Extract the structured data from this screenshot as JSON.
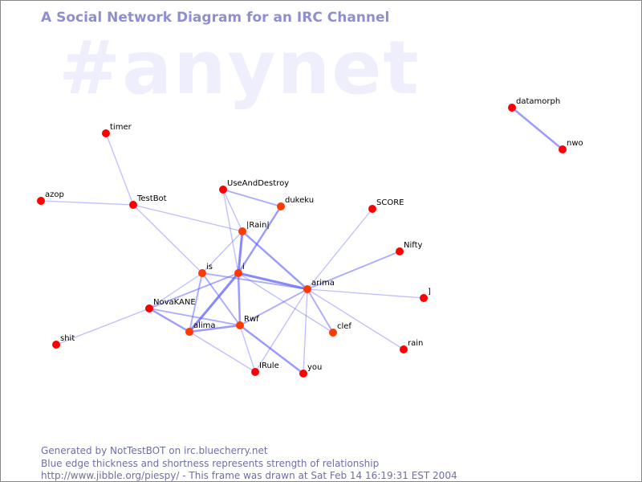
{
  "watermark": "#anynet",
  "title": "A Social Network Diagram for an IRC Channel",
  "footer": {
    "line1": "Generated by NotTestBOT on irc.bluecherry.net",
    "line2": "Blue edge thickness and shortness represents strength of relationship",
    "line3": "http://www.jibble.org/piespy/ - This frame was drawn at Sat Feb 14 16:19:31 EST 2004"
  },
  "colors": {
    "edge": "#6666ff",
    "node": "#ff0000",
    "node_active": "#ff3a00",
    "title": "#8f8fd0"
  },
  "nodes": [
    {
      "name": "datamorph",
      "active": false
    },
    {
      "name": "nwo",
      "active": false
    },
    {
      "name": "timer",
      "active": false
    },
    {
      "name": "azop",
      "active": false
    },
    {
      "name": "TestBot",
      "active": false
    },
    {
      "name": "UseAndDestroy",
      "active": false
    },
    {
      "name": "dukeku",
      "active": true
    },
    {
      "name": "SCORE",
      "active": false
    },
    {
      "name": "|Rain|",
      "active": true
    },
    {
      "name": "Nifty",
      "active": false
    },
    {
      "name": "is",
      "active": true
    },
    {
      "name": "i",
      "active": true
    },
    {
      "name": "arima",
      "active": true
    },
    {
      "name": "]",
      "active": false
    },
    {
      "name": "NovaKANE",
      "active": false
    },
    {
      "name": "shit",
      "active": false
    },
    {
      "name": "Rwf",
      "active": true
    },
    {
      "name": "alima",
      "active": true
    },
    {
      "name": "clef",
      "active": true
    },
    {
      "name": "rain",
      "active": false
    },
    {
      "name": "IRule",
      "active": false
    },
    {
      "name": "you",
      "active": false
    }
  ],
  "edges": [
    [
      "datamorph",
      "nwo",
      3
    ],
    [
      "timer",
      "TestBot",
      1
    ],
    [
      "azop",
      "TestBot",
      1
    ],
    [
      "TestBot",
      "|Rain|",
      1
    ],
    [
      "TestBot",
      "is",
      1
    ],
    [
      "UseAndDestroy",
      "dukeku",
      2
    ],
    [
      "UseAndDestroy",
      "|Rain|",
      1
    ],
    [
      "UseAndDestroy",
      "i",
      1
    ],
    [
      "dukeku",
      "i",
      3
    ],
    [
      "|Rain|",
      "i",
      4
    ],
    [
      "|Rain|",
      "arima",
      3
    ],
    [
      "|Rain|",
      "is",
      1
    ],
    [
      "i",
      "arima",
      4
    ],
    [
      "i",
      "NovaKANE",
      2
    ],
    [
      "i",
      "alima",
      4
    ],
    [
      "i",
      "Rwf",
      3
    ],
    [
      "i",
      "clef",
      1
    ],
    [
      "is",
      "arima",
      2
    ],
    [
      "is",
      "Rwf",
      2
    ],
    [
      "is",
      "alima",
      2
    ],
    [
      "is",
      "NovaKANE",
      1
    ],
    [
      "arima",
      "SCORE",
      1
    ],
    [
      "arima",
      "Nifty",
      2
    ],
    [
      "arima",
      "]",
      1
    ],
    [
      "arima",
      "rain",
      1
    ],
    [
      "arima",
      "clef",
      2
    ],
    [
      "arima",
      "you",
      1
    ],
    [
      "arima",
      "IRule",
      1
    ],
    [
      "arima",
      "Rwf",
      2
    ],
    [
      "NovaKANE",
      "shit",
      1
    ],
    [
      "NovaKANE",
      "alima",
      3
    ],
    [
      "NovaKANE",
      "Rwf",
      2
    ],
    [
      "alima",
      "Rwf",
      3
    ],
    [
      "alima",
      "IRule",
      1
    ],
    [
      "Rwf",
      "IRule",
      1
    ],
    [
      "Rwf",
      "you",
      3
    ]
  ]
}
